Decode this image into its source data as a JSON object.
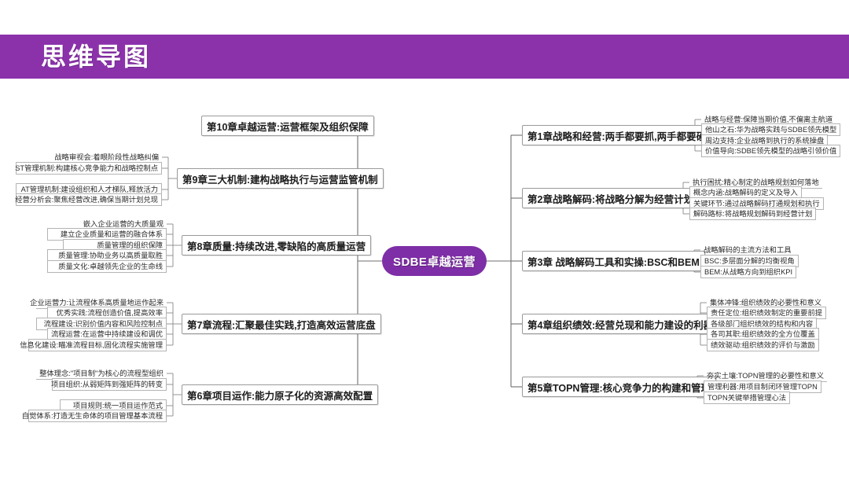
{
  "header": {
    "title": "思维导图",
    "background": "#8b32ab",
    "text_color": "#ffffff"
  },
  "center": {
    "label": "SDBE卓越运营",
    "background": "#7e2ea6",
    "text_color": "#ffffff"
  },
  "right_branches": [
    {
      "label": "第1章战略和经营:两手都要抓,两手都要硬",
      "children": [
        "战略与经营:保障当期价值,不偏离主航道",
        "他山之石:华为战略实践与SDBE领先模型",
        "周边支持:企业战略到执行的系统操盘",
        "价值导向:SDBE领先模型的战略引领价值"
      ]
    },
    {
      "label": "第2章战略解码:将战略分解为经营计划",
      "children": [
        "执行困扰:精心制定的战略规划如何落地",
        "概念内涵:战略解码的定义及导入",
        "关键环节:通过战略解码打通规划和执行",
        "解码路标:将战略规划解码到经营计划"
      ]
    },
    {
      "label": "第3章 战略解码工具和实操:BSC和BEM",
      "children": [
        "战略解码的主流方法和工具",
        "BSC:多层面分解的均衡视角",
        "BEM:从战略方向到组织KPI"
      ]
    },
    {
      "label": "第4章组织绩效:经营兑现和能力建设的利器",
      "children": [
        "集体冲锋:组织绩效的必要性和意义",
        "责任定位:组织绩效制定的重要前提",
        "各级部门组织绩效的结构和内容",
        "各司其职:组织绩效的全方位覆盖",
        "绩效驱动:组织绩效的评价与激励"
      ]
    },
    {
      "label": "第5章TOPN管理:核心竞争力的构建和管理",
      "children": [
        "夯实土壤:TOPN管理的必要性和意义",
        "管理利器:用项目制闭环管理TOPN",
        "TOPN关键举措管理心法"
      ]
    }
  ],
  "left_branches": [
    {
      "label": "第10章卓越运营:运营框架及组织保障",
      "children": []
    },
    {
      "label": "第9章三大机制:建构战略执行与运营监管机制",
      "children": [
        "战略审视会:着眼阶段性战略纠偏",
        "ST管理机制:构建核心竞争能力和战略控制点",
        "AT管理机制:建设组织和人才梯队,释放活力",
        "经营分析会:聚焦经营改进,确保当期计划兑现"
      ]
    },
    {
      "label": "第8章质量:持续改进,零缺陷的高质量运营",
      "children": [
        "嵌入企业运营的大质量观",
        "建立企业质量和运营的融合体系",
        "质量管理的组织保障",
        "质量管理:协助业务以高质量取胜",
        "质量文化:卓越领先企业的生命线"
      ]
    },
    {
      "label": "第7章流程:汇聚最佳实践,打造高效运营底盘",
      "children": [
        "企业运营力:让流程体系高质量地运作起来",
        "优秀实践:流程创造价值,提高效率",
        "流程建设:识别价值内容和风险控制点",
        "流程运营:在运营中持续建设和调优",
        "信息化建设:瞄准流程目标,固化流程实施管理"
      ]
    },
    {
      "label": "第6章项目运作:能力原子化的资源高效配置",
      "children": [
        "整体理念:\"项目制\"为核心的流程型组织",
        "项目组织:从弱矩阵到强矩阵的转变",
        "项目规则:统一项目运作范式",
        "自觉体系:打造无生命体的项目管理基本流程"
      ]
    }
  ]
}
